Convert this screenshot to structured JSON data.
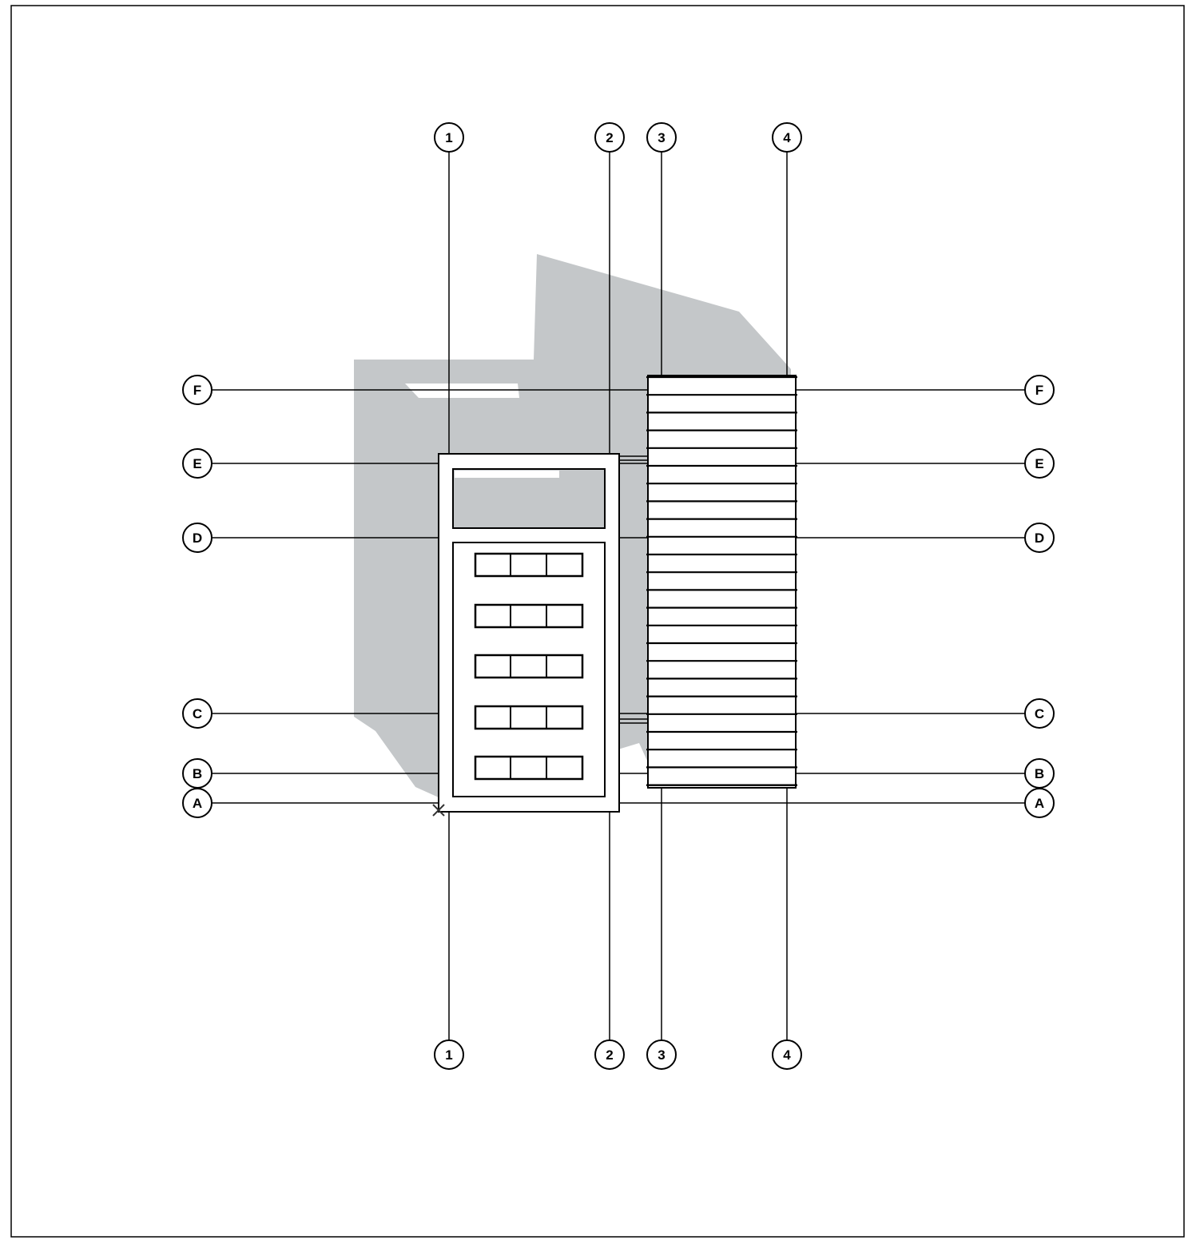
{
  "drawing": {
    "colors": {
      "ink": "#000000",
      "shadow": "#c4c7c9",
      "paper": "#ffffff"
    },
    "vertical_grids": [
      {
        "label": "1"
      },
      {
        "label": "2"
      },
      {
        "label": "3"
      },
      {
        "label": "4"
      }
    ],
    "horizontal_grids": [
      {
        "label": "F"
      },
      {
        "label": "E"
      },
      {
        "label": "D"
      },
      {
        "label": "C"
      },
      {
        "label": "B"
      },
      {
        "label": "A"
      }
    ],
    "origin_marker_icon": "cross-icon",
    "bubble_icon": "grid-bubble-icon"
  }
}
